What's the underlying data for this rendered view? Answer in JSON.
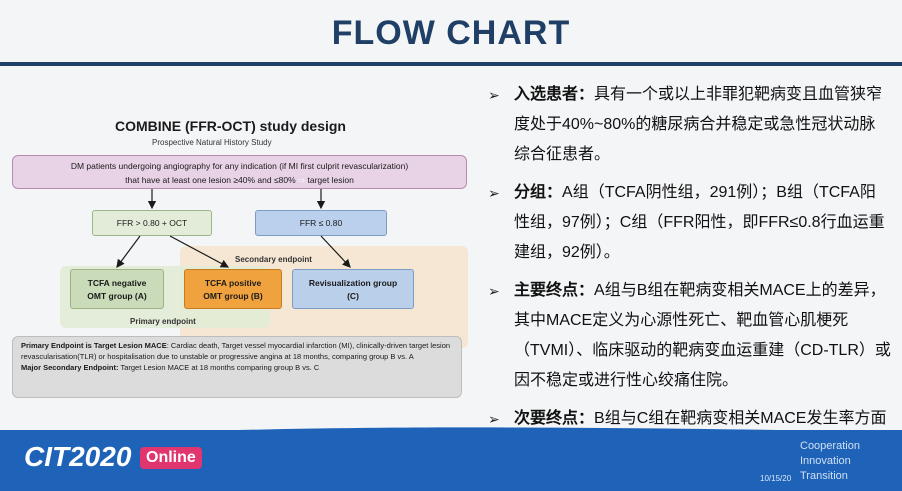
{
  "slide": {
    "title": "FLOW CHART"
  },
  "diagram": {
    "title": "COMBINE (FFR-OCT) study design",
    "subtitle": "Prospective Natural History Study",
    "population_line1": "DM patients undergoing angiography for any indication (if MI first culprit revascularization)",
    "population_line2": "that have at least one lesion ≥40% and ≤80%",
    "population_arrow": "⇨",
    "population_target": "target lesion",
    "ffr_oct": "FFR > 0.80 + OCT",
    "ffr_low": "FFR ≤ 0.80",
    "secondary_label": "Secondary endpoint",
    "primary_label": "Primary endpoint",
    "group_a_line1": "TCFA  negative",
    "group_a_line2": "OMT group (A)",
    "group_b_line1": "TCFA positive",
    "group_b_line2": "OMT group (B)",
    "group_c_line1": "Revisualization group",
    "group_c_line2": "(C)",
    "primary_endpoint_head": "Primary Endpoint is Target Lesion MACE",
    "primary_endpoint_text": ": Cardiac death, Target vessel myocardial infarction (MI), clinically-driven target lesion revascularisation(TLR) or hospitalisation due to unstable or progressive angina at 18 months, comparing group B vs. A",
    "secondary_endpoint_head": "Major Secondary Endpoint:",
    "secondary_endpoint_text": " Target Lesion MACE at 18 months comparing group B vs. C"
  },
  "bullets": [
    {
      "head": "入选患者：",
      "text": "具有一个或以上非罪犯靶病变且血管狭窄度处于40%~80%的糖尿病合并稳定或急性冠状动脉综合征患者。"
    },
    {
      "head": "分组：",
      "text": "A组（TCFA阴性组，291例）；B组（TCFA阳性组，97例）；C组（FFR阳性，即FFR≤0.8行血运重建组，92例）。"
    },
    {
      "head": "主要终点：",
      "text": "A组与B组在靶病变相关MACE上的差异，其中MACE定义为心源性死亡、靶血管心肌梗死（TVMI）、临床驱动的靶病变血运重建（CD-TLR）或因不稳定或进行性心绞痛住院。"
    },
    {
      "head": "次要终点：",
      "text": "B组与C组在靶病变相关MACE发生率方面的比较。"
    }
  ],
  "bullet_marker": "➢",
  "footer": {
    "logo": "CIT2020",
    "online": "Online",
    "date": "10/15/20",
    "motto_line1": "Cooperation",
    "motto_line2": "Innovation",
    "motto_line3": "Transition"
  },
  "colors": {
    "title": "#1f3f66",
    "footer": "#1f63b8",
    "group_b": "#f0a23e",
    "online_badge": "#e0356f"
  }
}
